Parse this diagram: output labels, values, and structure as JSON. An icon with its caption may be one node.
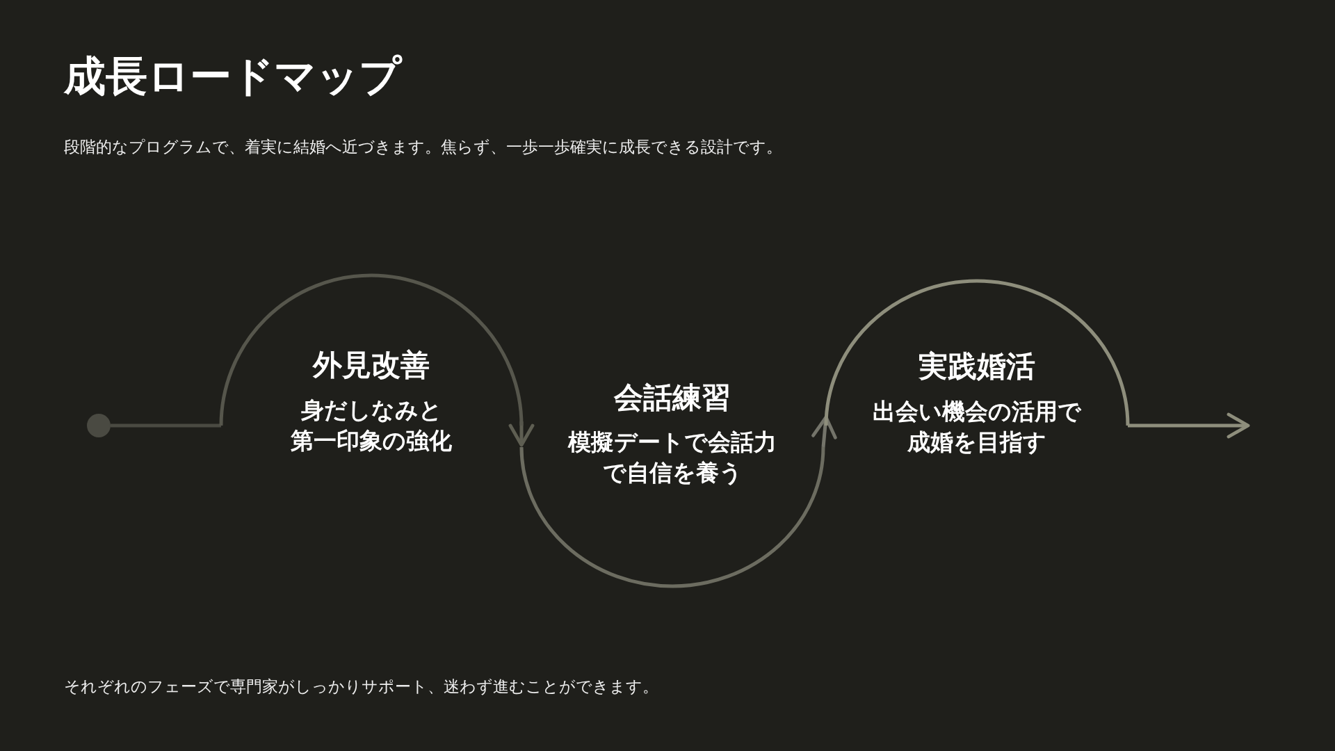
{
  "diagram": {
    "title": "成長ロードマップ",
    "labels": [
      "段階的なプログラムで、着実に結婚へ近づきます。焦らず、一歩一歩確実に成長できる設計です。"
    ],
    "caption": "それぞれのフェーズで専門家がしっかりサポート、迷わず進むことができます。",
    "nodes": [
      {
        "text": [],
        "shape": "circle"
      },
      {
        "text": [
          "外見改善",
          "身だしなみと第一印象の強化"
        ]
      },
      {
        "text": [
          "会話練習",
          "模擬デートで会話力で自信を養う"
        ]
      },
      {
        "text": [
          "実践婚活",
          "出会い機会の活用で成婚を目指す"
        ]
      }
    ],
    "edges": [
      {
        "from": 0,
        "to": 1,
        "arrow": "none",
        "color": "#4a4a42"
      },
      {
        "from": 1,
        "to": 2,
        "arrow": "to",
        "color": "#5e5e52"
      },
      {
        "from": 2,
        "to": 3,
        "arrow": "to",
        "color": "#74746a"
      },
      {
        "from": 3,
        "to": null,
        "arrow": "to",
        "color": "#8e8e7c"
      }
    ]
  }
}
